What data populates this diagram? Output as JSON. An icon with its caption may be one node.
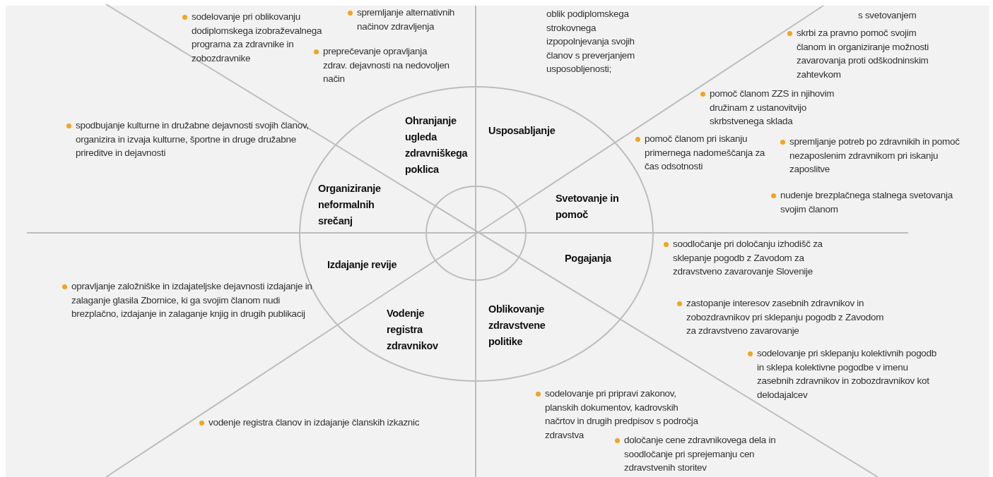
{
  "diagram": {
    "nodes": [
      {
        "text": [
          "Ohranjanje ugleda zdravniškega poklica",
          "Usposabljanje",
          "Organiziranje neformalnih srečanj",
          "Svetovanje in pomoč",
          "Izdajanje revije",
          "Pogajanja",
          "Vodenje registra zdravnikov",
          "Oblikovanje zdravstvene politike"
        ]
      },
      {
        "text": [],
        "shape": "circle",
        "in": 0
      }
    ],
    "labels": [
      "sodelovanje pri oblikovanju dodiplomskega izobraževalnega programa za zdravnike in zobozdravnike",
      "spremljanje alternativnih načinov zdravljenja",
      "oblik podiplomskega strokovnega izpopolnjevanja svojih članov s preverjanjem usposobljenosti;",
      "s svetovanjem",
      "preprečevanje opravljanja zdrav. dejavnosti na nedovoljen način",
      "skrbi za pravno pomoč svojim članom in organiziranje možnosti zavarovanja proti odškodninskim zahtevkom",
      "pomoč članom ZZS in njihovim družinam z ustanovitvijo skrbstvenega sklada",
      "spodbujanje kulturne in družabne dejavnosti svojih članov, organizira in izvaja kulturne, športne in druge družabne prireditve in dejavnosti",
      "pomoč članom pri iskanju primernega nadomeščanja za čas odsotnosti",
      "spremljanje potreb po zdravnikih in pomoč nezaposlenim zdravnikom pri iskanju zaposlitve",
      "nudenje brezplačnega stalnega svetovanja svojim članom",
      "soodločanje pri določanju izhodišč za sklepanje pogodb z Zavodom za zdravstveno zavarovanje Slovenije",
      "opravljanje založniške in izdajateljske dejavnosti izdajanje in zalaganje glasila Zbornice, ki ga svojim članom nudi brezplačno, izdajanje in zalaganje knjig in drugih publikacij",
      "zastopanje interesov zasebnih zdravnikov in zobozdravnikov pri sklepanju pogodb z Zavodom za zdravstveno zavarovanje",
      "sodelovanje pri sklepanju kolektivnih pogodb in sklepa kolektivne pogodbe v imenu zasebnih zdravnikov in zobozdravnikov kot delodajalcev",
      "sodelovanje pri pripravi zakonov, planskih dokumentov, kadrovskih načrtov in drugih predpisov s področja zdravstva",
      "vodenje registra članov in izdajanje članskih izkaznic",
      "določanje cene zdravnikovega dela in soodločanje pri sprejemanju cen zdravstvenih storitev"
    ]
  }
}
